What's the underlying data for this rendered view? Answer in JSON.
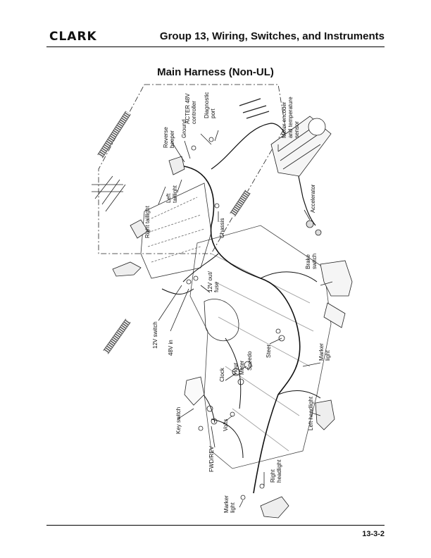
{
  "header": {
    "logo": "CLARK",
    "title": "Group 13, Wiring, Switches, and Instruments"
  },
  "figure": {
    "title": "Main Harness (Non-UL)",
    "labels": {
      "reverse_beeper": [
        "Reverse",
        "beeper"
      ],
      "ground": [
        "Ground"
      ],
      "acter": [
        "ACTER 48V",
        "controller"
      ],
      "diagnostic": [
        "Diagnostic",
        "port"
      ],
      "motor": [
        "Motor encoder",
        "and temperature",
        "sensor"
      ],
      "accelerator": [
        "Accelerator"
      ],
      "left_taillight": [
        "Left",
        "taillight"
      ],
      "right_taillight": [
        "Right taillight"
      ],
      "chassis": [
        "Chassis"
      ],
      "brake": [
        "Brake",
        "switch"
      ],
      "twelve_out": [
        "12V out/",
        "fuse"
      ],
      "twelve_switch": [
        "12V switch"
      ],
      "forty_eight": [
        "48V in"
      ],
      "marker_right": [
        "Marker",
        "light"
      ],
      "steer": [
        "Steer"
      ],
      "hour": [
        "Hour",
        "Meter"
      ],
      "speedo": [
        "Speedo"
      ],
      "clock": [
        "Clock"
      ],
      "left_headlight": [
        "Left headlight"
      ],
      "key_switch": [
        "Key switch"
      ],
      "volts": [
        "Volts"
      ],
      "fwd": [
        "FWD/REV"
      ],
      "right_headlight": [
        "Right",
        "headlight"
      ],
      "marker_bottom": [
        "Marker",
        "light"
      ]
    }
  },
  "footer": {
    "page_number": "13-3-2"
  }
}
